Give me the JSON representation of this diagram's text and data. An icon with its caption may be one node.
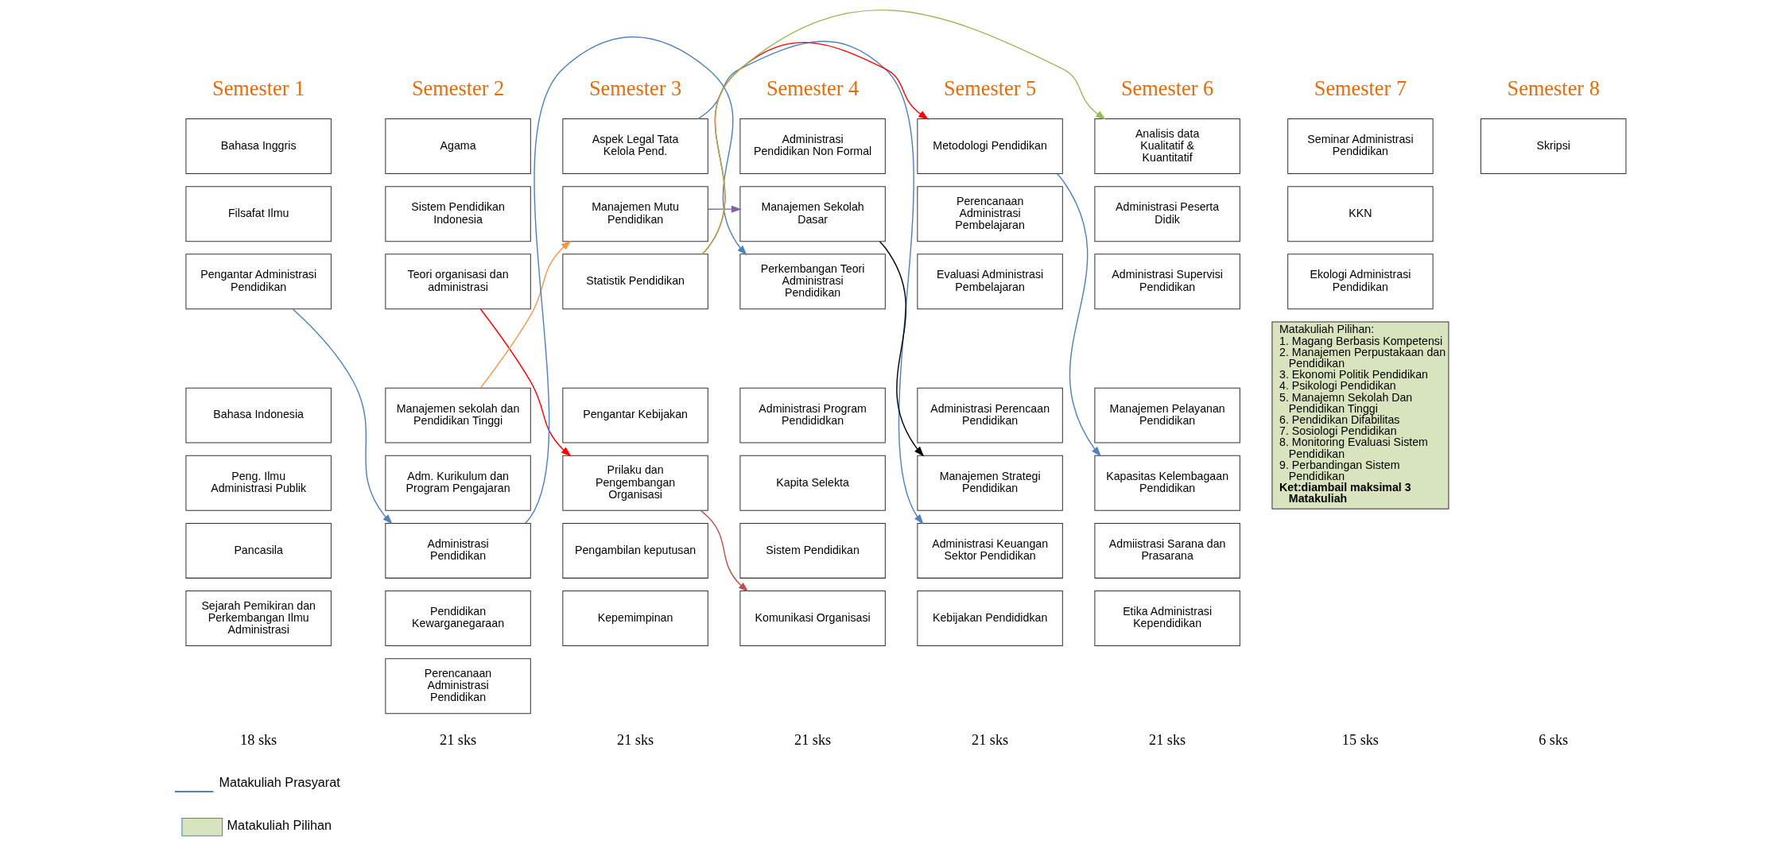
{
  "diagram": {
    "nodes": [
      {
        "text": [
          "Bahasa Inggris"
        ]
      },
      {
        "text": [
          "Filsafat Ilmu"
        ]
      },
      {
        "text": [
          "Pengantar Administrasi Pendidikan"
        ]
      },
      {
        "text": [
          "Bahasa Indonesia"
        ]
      },
      {
        "text": [
          "Peng. Ilmu Administrasi Publik"
        ]
      },
      {
        "text": [
          "Pancasila"
        ]
      },
      {
        "text": [
          "Sejarah Pemikiran dan Perkembangan Ilmu Administrasi"
        ]
      },
      {
        "text": [
          "Agama"
        ]
      },
      {
        "text": [
          "Sistem Pendidikan Indonesia"
        ]
      },
      {
        "text": [
          "Teori organisasi dan administrasi"
        ]
      },
      {
        "text": [
          "Manajemen sekolah dan Pendidikan Tinggi"
        ]
      },
      {
        "text": [
          "Adm. Kurikulum dan Program Pengajaran"
        ]
      },
      {
        "text": [
          "Administrasi Pendidikan"
        ]
      },
      {
        "text": [
          "Pendidikan Kewarganegaraan"
        ]
      },
      {
        "text": [
          "Perencanaan Administrasi Pendidikan"
        ]
      },
      {
        "text": [
          "Aspek Legal Tata Kelola Pend."
        ]
      },
      {
        "text": [
          "Manajemen Mutu Pendidikan"
        ]
      },
      {
        "text": [
          "Statistik Pendidikan"
        ]
      },
      {
        "text": [
          "Pengantar Kebijakan"
        ]
      },
      {
        "text": [
          "Prilaku dan Pengembangan Organisasi"
        ]
      },
      {
        "text": [
          "Pengambilan keputusan"
        ]
      },
      {
        "text": [
          "Kepemimpinan"
        ]
      },
      {
        "text": [
          "Administrasi Pendidikan Non Formal"
        ]
      },
      {
        "text": [
          "Manajemen Sekolah Dasar"
        ]
      },
      {
        "text": [
          "Perkembangan Teori Administrasi Pendidikan"
        ]
      },
      {
        "text": [
          "Administrasi Program Pendididkan"
        ]
      },
      {
        "text": [
          "Kapita Selekta"
        ]
      },
      {
        "text": [
          "Sistem Pendidikan"
        ]
      },
      {
        "text": [
          "Komunikasi Organisasi"
        ]
      },
      {
        "text": [
          "Metodologi Pendidikan"
        ]
      },
      {
        "text": [
          "Perencanaan Administrasi Pembelajaran"
        ]
      },
      {
        "text": [
          "Evaluasi Administrasi Pembelajaran"
        ]
      },
      {
        "text": [
          "Administrasi Perencaan Pendidikan"
        ]
      },
      {
        "text": [
          "Manajemen Strategi Pendidikan"
        ]
      },
      {
        "text": [
          "Administrasi Keuangan Sektor Pendidikan"
        ]
      },
      {
        "text": [
          "Kebijakan Pendididkan"
        ]
      },
      {
        "text": [
          "Analisis data Kualitatif & Kuantitatif"
        ]
      },
      {
        "text": [
          "Administrasi Peserta Didik"
        ]
      },
      {
        "text": [
          "Administrasi Supervisi Pendidikan"
        ]
      },
      {
        "text": [
          "Manajemen Pelayanan Pendidikan"
        ]
      },
      {
        "text": [
          "Kapasitas Kelembagaan Pendidikan"
        ]
      },
      {
        "text": [
          "Admiistrasi Sarana dan Prasarana"
        ]
      },
      {
        "text": [
          "Etika Administrasi Kependidikan"
        ]
      },
      {
        "text": [
          "Seminar Administrasi Pendidikan"
        ]
      },
      {
        "text": [
          "KKN"
        ]
      },
      {
        "text": [
          "Ekologi Administrasi Pendidikan"
        ]
      },
      {
        "text": [
          "Matakuliah Pilihan:",
          "1. Magang Berbasis Kompetensi",
          "2. Manajemen Perpustakaan dan Pendidikan",
          "3. Ekonomi Politik Pendidikan",
          "4. Psikologi Pendidikan",
          "5. Manajemn Sekolah Dan Pendidikan Tinggi",
          "6. Pendidikan Difabilitas",
          "7. Sosiologi Pendidikan",
          "8. Monitoring Evaluasi Sistem Pendidikan",
          "9. Perbandingan Sistem Pendidikan",
          "Ket:diambail maksimal 3 Matakuliah"
        ]
      },
      {
        "text": [
          "Skripsi"
        ]
      }
    ],
    "edges": [
      {
        "from": 2,
        "to": 12,
        "arrow": "to"
      },
      {
        "from": 10,
        "to": 16,
        "arrow": "to",
        "color": "#f79646"
      },
      {
        "from": 9,
        "to": 19,
        "arrow": "to",
        "color": "#ff0000"
      },
      {
        "from": 15,
        "to": 34,
        "arrow": "to"
      },
      {
        "from": 12,
        "to": 24,
        "arrow": "to"
      },
      {
        "from": 17,
        "to": 29,
        "arrow": "to",
        "color": "#ff0000"
      },
      {
        "from": 17,
        "to": 36,
        "arrow": "to",
        "color": "#9bbb59"
      },
      {
        "from": 16,
        "to": 23,
        "arrow": "to",
        "color": "#8064a2"
      },
      {
        "from": 19,
        "to": 28,
        "arrow": "to",
        "color": "#c0504d"
      },
      {
        "from": 23,
        "to": 33,
        "arrow": "to",
        "color": "#000000"
      },
      {
        "from": 29,
        "to": 40,
        "arrow": "to"
      }
    ],
    "labels": [
      "Semester 1",
      "Semester 2",
      "Semester 3",
      "Semester 4",
      "Semester 5",
      "Semester 6",
      "Semester 7",
      "Semester 8",
      "18 sks",
      "21 sks",
      "21 sks",
      "21 sks",
      "21 sks",
      "21 sks",
      "15 sks",
      "6 sks"
    ],
    "legend": [
      {
        "text": "Matakuliah Prasyarat"
      },
      {
        "text": "Matakuliah Pilihan",
        "color": "#d7e4bd"
      }
    ]
  }
}
